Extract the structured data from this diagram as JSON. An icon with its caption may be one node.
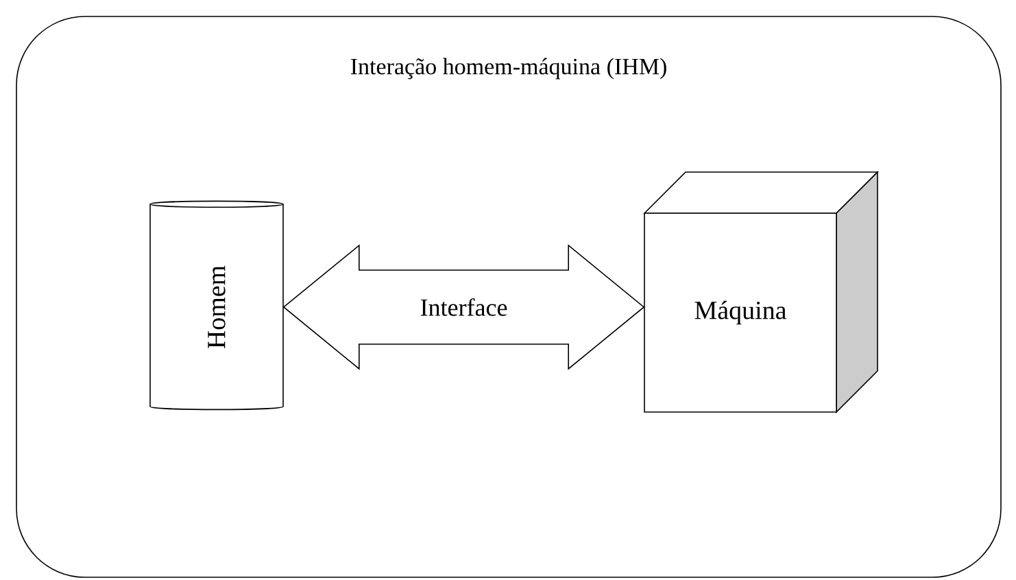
{
  "diagram": {
    "nodes": [
      {
        "text": [
          "Interação homem-máquina (IHM)"
        ]
      },
      {
        "text": [
          "Homem"
        ],
        "in": 0
      },
      {
        "text": [
          "Máquina"
        ],
        "in": 0
      }
    ],
    "edges": [
      {
        "from": 1,
        "to": 2,
        "arrow": "both",
        "label": "Interface"
      }
    ]
  }
}
